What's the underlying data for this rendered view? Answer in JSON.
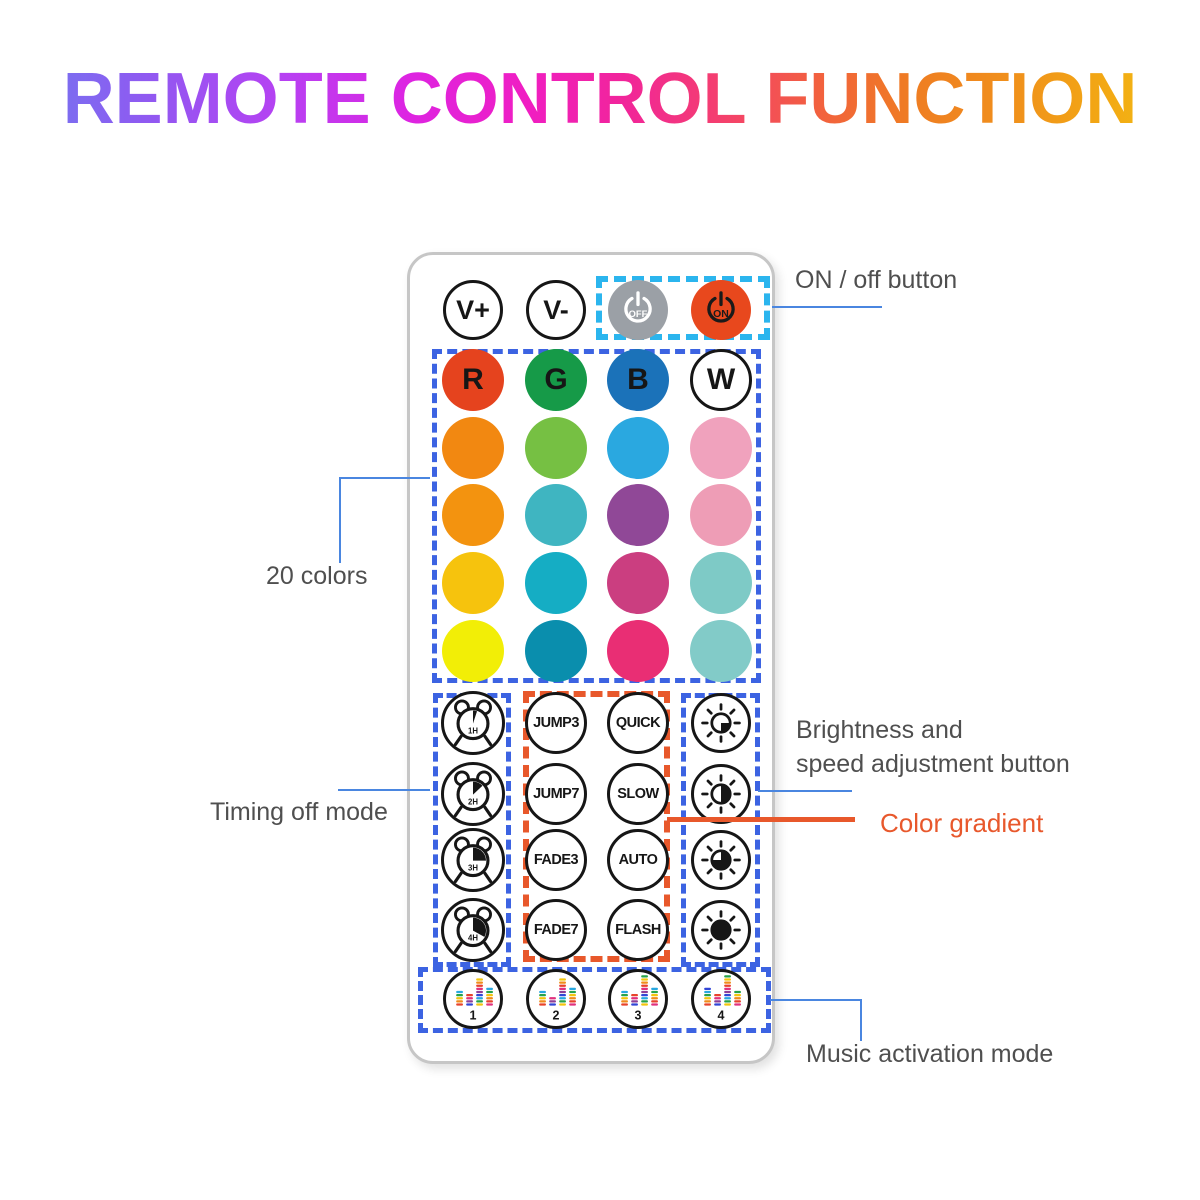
{
  "title": "REMOTE CONTROL FUNCTION",
  "annotations": {
    "on_off": "ON / off button",
    "colors_count": "20 colors",
    "timing": "Timing off mode",
    "brightness_line1": "Brightness and",
    "brightness_line2": "speed adjustment button",
    "color_gradient": "Color gradient",
    "music": "Music activation mode"
  },
  "remote": {
    "volume_buttons": [
      {
        "label": "V+"
      },
      {
        "label": "V-"
      }
    ],
    "power_buttons": [
      {
        "label": "OFF",
        "bg": "#9ba0a6",
        "fg": "#ffffff"
      },
      {
        "label": "ON",
        "bg": "#e8481d",
        "fg": "#1a1a1a"
      }
    ],
    "color_grid": [
      [
        {
          "label": "R",
          "color": "#e5431e"
        },
        {
          "label": "G",
          "color": "#169a48"
        },
        {
          "label": "B",
          "color": "#1b72b9"
        },
        {
          "label": "W",
          "color": "#ffffff",
          "outlined": true
        }
      ],
      [
        {
          "label": "",
          "color": "#f28811"
        },
        {
          "label": "",
          "color": "#76c043"
        },
        {
          "label": "",
          "color": "#2aa8e0"
        },
        {
          "label": "",
          "color": "#f0a2bd"
        }
      ],
      [
        {
          "label": "",
          "color": "#f3930f"
        },
        {
          "label": "",
          "color": "#3fb5c1"
        },
        {
          "label": "",
          "color": "#904897"
        },
        {
          "label": "",
          "color": "#ee9db6"
        }
      ],
      [
        {
          "label": "",
          "color": "#f6c30d"
        },
        {
          "label": "",
          "color": "#15adc4"
        },
        {
          "label": "",
          "color": "#cb3e80"
        },
        {
          "label": "",
          "color": "#7ecac6"
        }
      ],
      [
        {
          "label": "",
          "color": "#f2ee06"
        },
        {
          "label": "",
          "color": "#0a8ead"
        },
        {
          "label": "",
          "color": "#e92e74"
        },
        {
          "label": "",
          "color": "#82cbc8"
        }
      ]
    ],
    "timer_buttons": [
      {
        "label": "1H",
        "fraction": 0.05
      },
      {
        "label": "2H",
        "fraction": 0.13
      },
      {
        "label": "3H",
        "fraction": 0.25
      },
      {
        "label": "4H",
        "fraction": 0.33
      }
    ],
    "mode_buttons": [
      "JUMP3",
      "QUICK",
      "JUMP7",
      "SLOW",
      "FADE3",
      "AUTO",
      "FADE7",
      "FLASH"
    ],
    "brightness_buttons": [
      {
        "name": "brightness-quarter",
        "fraction": 0.25
      },
      {
        "name": "brightness-half",
        "fraction": 0.5
      },
      {
        "name": "brightness-three-quarter",
        "fraction": 0.75
      },
      {
        "name": "brightness-full",
        "fraction": 1
      }
    ],
    "music_buttons": [
      {
        "label": "1"
      },
      {
        "label": "2"
      },
      {
        "label": "3"
      },
      {
        "label": "4"
      }
    ]
  },
  "colors": {
    "outline_blue": "#3c63e2",
    "outline_cyan": "#2bb5ee",
    "outline_orange": "#e8582b",
    "connector_blue": "#4a86e0",
    "label_gray": "#4f4f4f"
  }
}
